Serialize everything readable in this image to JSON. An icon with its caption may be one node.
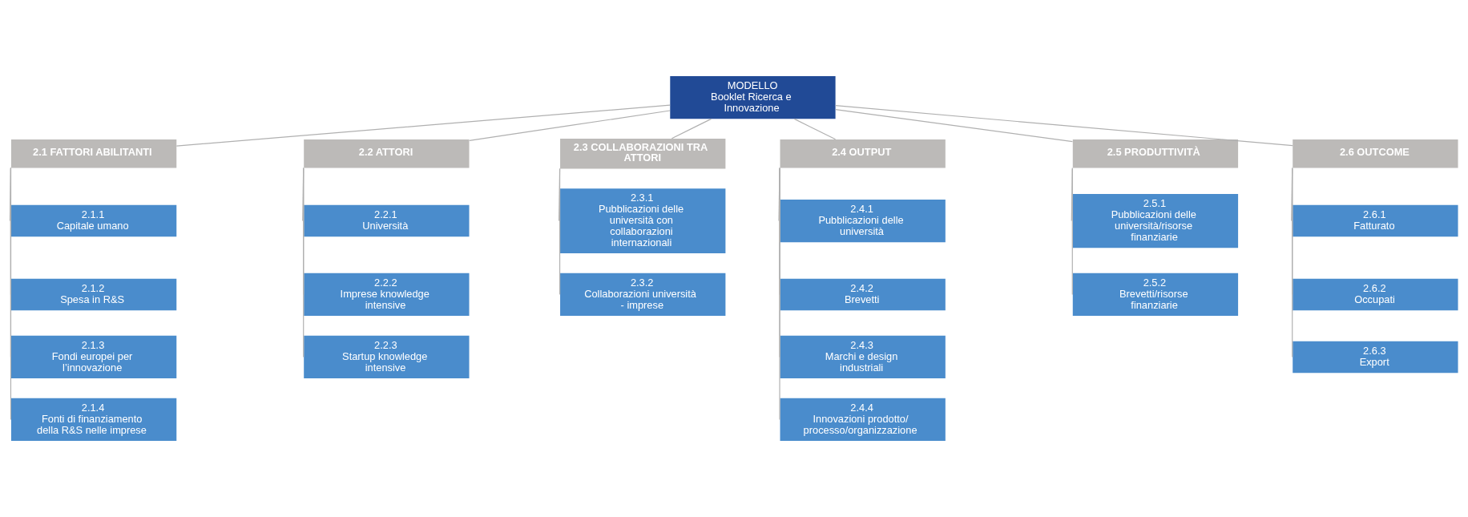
{
  "diagram": {
    "nodes": [
      {
        "text": [
          "MODELLO",
          "Booklet Ricerca e Innovazione"
        ]
      },
      {
        "text": [
          "2.1 FATTORI ABILITANTI"
        ]
      },
      {
        "text": [
          "2.2 ATTORI"
        ]
      },
      {
        "text": [
          "2.3 COLLABORAZIONI TRA ATTORI"
        ]
      },
      {
        "text": [
          "2.4 OUTPUT"
        ]
      },
      {
        "text": [
          "2.5 PRODUTTIVITÀ"
        ]
      },
      {
        "text": [
          "2.6 OUTCOME"
        ]
      },
      {
        "text": [
          "2.1.1",
          "Capitale umano"
        ]
      },
      {
        "text": [
          "2.1.2",
          "Spesa in R&S"
        ]
      },
      {
        "text": [
          "2.1.3",
          "Fondi europei per l’innovazione"
        ]
      },
      {
        "text": [
          "2.1.4",
          "Fonti di finanziamento della R&S nelle imprese"
        ]
      },
      {
        "text": [
          "2.2.1",
          "Università"
        ]
      },
      {
        "text": [
          "2.2.2",
          "Imprese knowledge intensive"
        ]
      },
      {
        "text": [
          "2.2.3",
          "Startup knowledge intensive"
        ]
      },
      {
        "text": [
          "2.3.1",
          "Pubblicazioni delle università con collaborazioni internazionali"
        ]
      },
      {
        "text": [
          "2.3.2",
          "Collaborazioni università - imprese"
        ]
      },
      {
        "text": [
          "2.4.1",
          "Pubblicazioni delle università"
        ]
      },
      {
        "text": [
          "2.4.2",
          "Brevetti"
        ]
      },
      {
        "text": [
          "2.4.3",
          "Marchi e design industriali"
        ]
      },
      {
        "text": [
          "2.4.4",
          "Innovazioni prodotto/ processo/organizzazione"
        ]
      },
      {
        "text": [
          "2.5.1",
          "Pubblicazioni delle università/risorse finanziarie"
        ]
      },
      {
        "text": [
          "2.5.2",
          "Brevetti/risorse finanziarie"
        ]
      },
      {
        "text": [
          "2.6.1",
          "Fatturato"
        ]
      },
      {
        "text": [
          "2.6.2",
          "Occupati"
        ]
      },
      {
        "text": [
          "2.6.3",
          "Export"
        ]
      }
    ],
    "edges": [
      {
        "from": 0,
        "to": 1,
        "arrow": "none"
      },
      {
        "from": 0,
        "to": 2,
        "arrow": "none"
      },
      {
        "from": 0,
        "to": 3,
        "arrow": "none"
      },
      {
        "from": 0,
        "to": 4,
        "arrow": "none"
      },
      {
        "from": 0,
        "to": 5,
        "arrow": "none"
      },
      {
        "from": 0,
        "to": 6,
        "arrow": "none"
      },
      {
        "from": 1,
        "to": 7,
        "arrow": "none"
      },
      {
        "from": 1,
        "to": 8,
        "arrow": "none"
      },
      {
        "from": 1,
        "to": 9,
        "arrow": "none"
      },
      {
        "from": 1,
        "to": 10,
        "arrow": "none"
      },
      {
        "from": 2,
        "to": 11,
        "arrow": "none"
      },
      {
        "from": 2,
        "to": 12,
        "arrow": "none"
      },
      {
        "from": 2,
        "to": 13,
        "arrow": "none"
      },
      {
        "from": 3,
        "to": 14,
        "arrow": "none"
      },
      {
        "from": 3,
        "to": 15,
        "arrow": "none"
      },
      {
        "from": 4,
        "to": 16,
        "arrow": "none"
      },
      {
        "from": 4,
        "to": 17,
        "arrow": "none"
      },
      {
        "from": 4,
        "to": 18,
        "arrow": "none"
      },
      {
        "from": 4,
        "to": 19,
        "arrow": "none"
      },
      {
        "from": 5,
        "to": 20,
        "arrow": "none"
      },
      {
        "from": 5,
        "to": 21,
        "arrow": "none"
      },
      {
        "from": 6,
        "to": 22,
        "arrow": "none"
      },
      {
        "from": 6,
        "to": 23,
        "arrow": "none"
      },
      {
        "from": 6,
        "to": 24,
        "arrow": "none"
      }
    ]
  }
}
